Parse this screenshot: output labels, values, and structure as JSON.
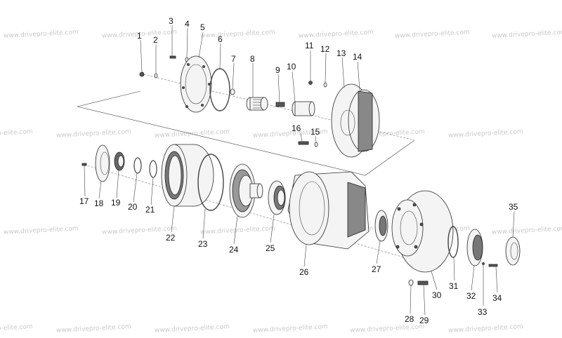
{
  "watermark": "www.drivepro-elite.com",
  "labels": [
    "1",
    "2",
    "3",
    "4",
    "5",
    "6",
    "7",
    "8",
    "9",
    "10",
    "11",
    "12",
    "13",
    "14",
    "15",
    "16",
    "17",
    "18",
    "19",
    "20",
    "21",
    "22",
    "23",
    "24",
    "25",
    "26",
    "27",
    "28",
    "29",
    "30",
    "31",
    "32",
    "33",
    "34",
    "35"
  ]
}
